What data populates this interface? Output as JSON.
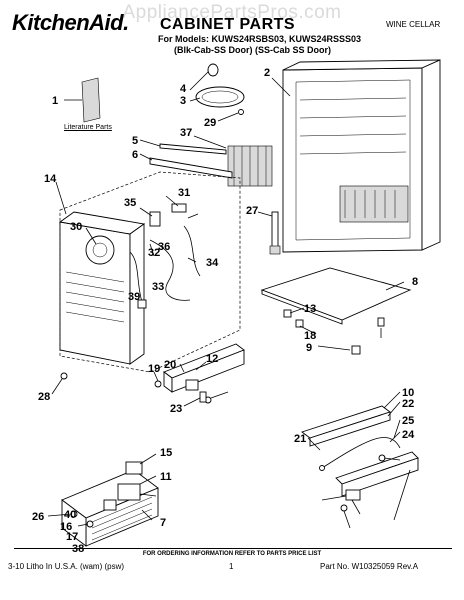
{
  "header": {
    "watermark": "AppliancePartsPros.com",
    "brand": "KitchenAid.",
    "title": "CABINET PARTS",
    "models": "For Models: KUWS24RSBS03, KUWS24RSSS03",
    "variants": "(Blk-Cab-SS Door)   (SS-Cab SS Door)",
    "category": "WINE CELLAR"
  },
  "labels": {
    "literature": "Literature Parts"
  },
  "callouts": [
    "1",
    "2",
    "3",
    "4",
    "5",
    "6",
    "7",
    "8",
    "9",
    "10",
    "11",
    "12",
    "13",
    "14",
    "15",
    "16",
    "17",
    "18",
    "19",
    "20",
    "21",
    "22",
    "23",
    "24",
    "25",
    "26",
    "27",
    "28",
    "29",
    "30",
    "31",
    "32",
    "33",
    "34",
    "35",
    "36",
    "37",
    "38",
    "39",
    "40"
  ],
  "footer": {
    "order_info": "FOR ORDERING INFORMATION REFER TO PARTS PRICE LIST",
    "left": "3-10 Litho In U.S.A. (wam) (psw)",
    "page": "1",
    "part_no": "Part No. W10325059 Rev.A"
  }
}
